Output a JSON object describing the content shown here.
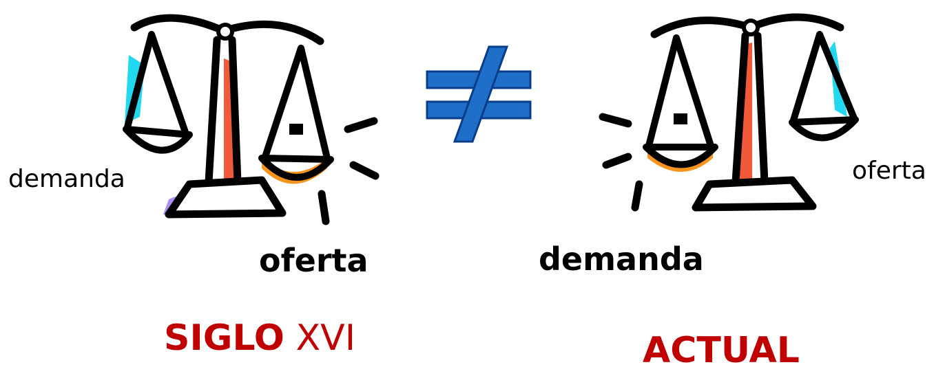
{
  "left": {
    "side_label": "demanda",
    "bottom_label": "oferta",
    "era_bold": "SIGLO",
    "era_regular": "XVI"
  },
  "right": {
    "side_label": "oferta",
    "bottom_label": "demanda",
    "era": "ACTUAL"
  },
  "symbol": "not-equal-icon",
  "colors": {
    "era_text": "#c00000",
    "symbol_fill": "#1f6fc9",
    "symbol_stroke": "#0a3c8a",
    "accent_cyan": "#22d8ee",
    "accent_red": "#f05a3a",
    "accent_orange": "#f7941d",
    "accent_purple": "#a98ff0"
  }
}
